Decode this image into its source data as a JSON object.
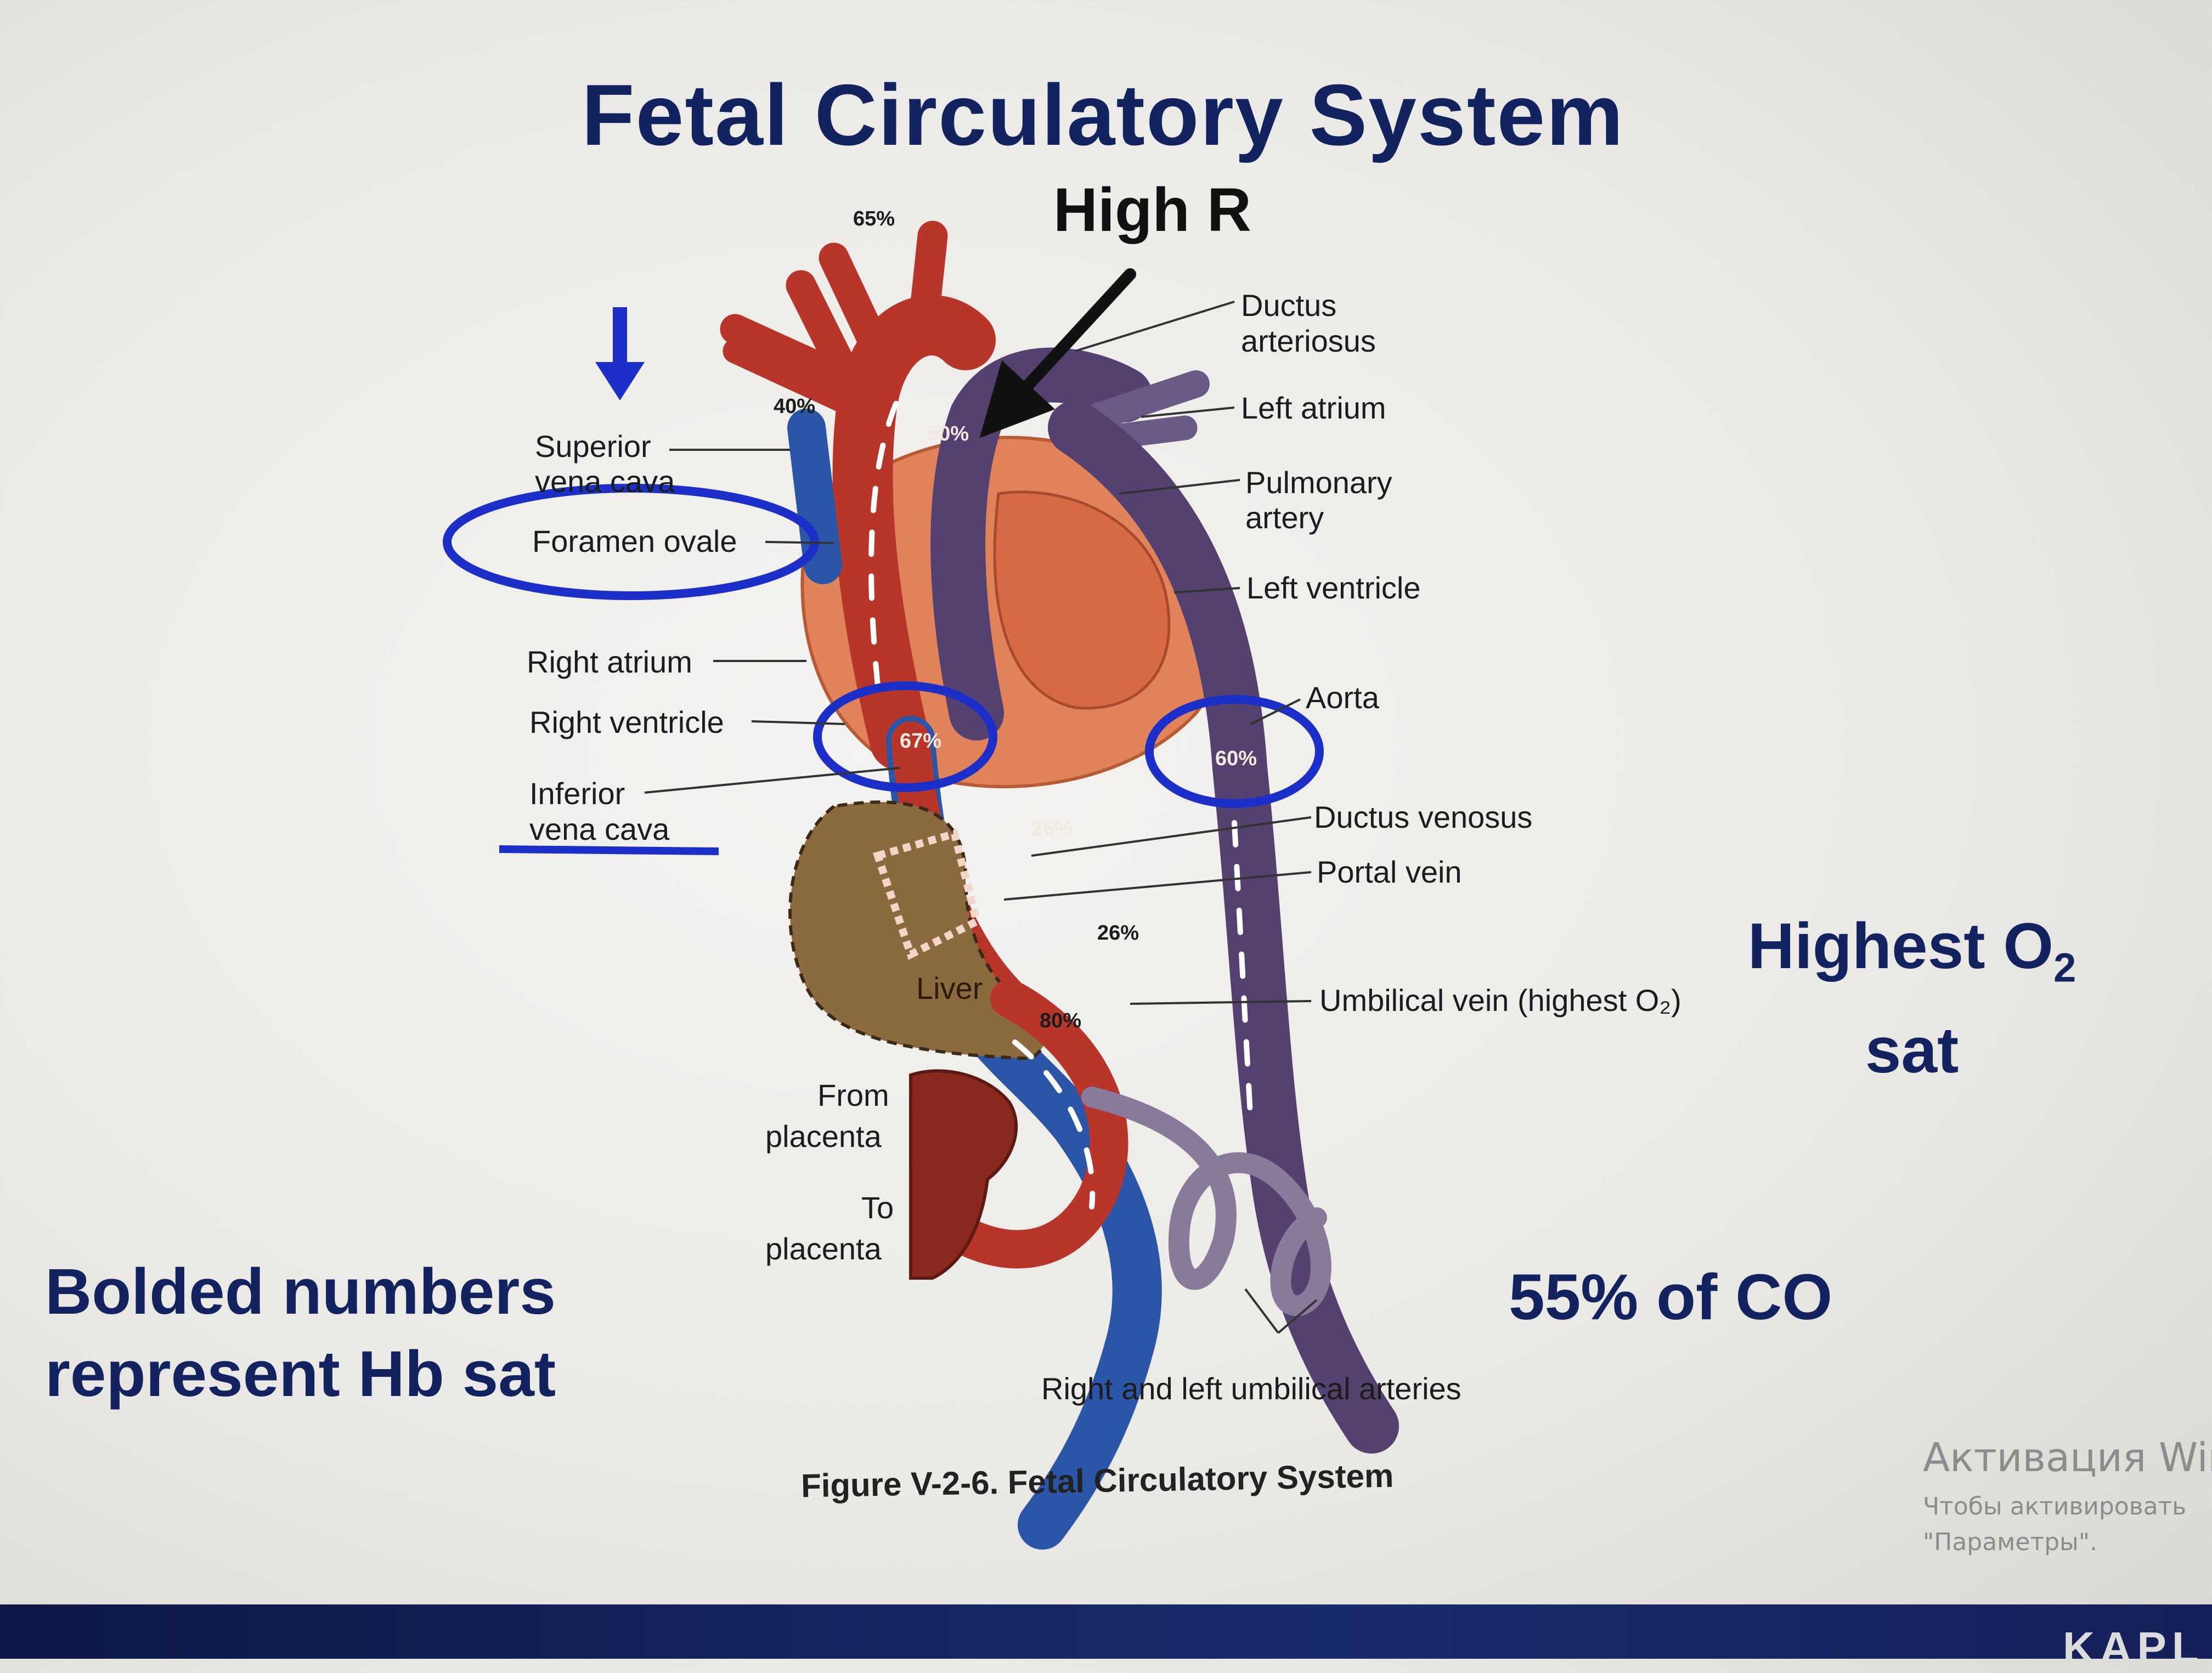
{
  "title": "Fetal Circulatory System",
  "annotation_top": "High R",
  "labels": {
    "superior_vena_cava_1": "Superior",
    "superior_vena_cava_2": "vena cava",
    "foramen_ovale": "Foramen ovale",
    "right_atrium": "Right atrium",
    "right_ventricle": "Right ventricle",
    "inferior_vena_cava_1": "Inferior",
    "inferior_vena_cava_2": "vena cava",
    "ductus_arteriosus_1": "Ductus",
    "ductus_arteriosus_2": "arteriosus",
    "left_atrium": "Left atrium",
    "pulmonary_artery_1": "Pulmonary",
    "pulmonary_artery_2": "artery",
    "left_ventricle": "Left ventricle",
    "aorta": "Aorta",
    "ductus_venosus": "Ductus venosus",
    "portal_vein": "Portal vein",
    "umbilical_vein": "Umbilical vein (highest O₂)",
    "liver": "Liver",
    "from_placenta_1": "From",
    "from_placenta_2": "placenta",
    "to_placenta_1": "To",
    "to_placenta_2": "placenta",
    "umbilical_arteries": "Right and left umbilical arteries"
  },
  "saturations": {
    "head": "65%",
    "svc": "40%",
    "pulmonary": "50%",
    "ivc": "67%",
    "aorta": "60%",
    "portal_1": "26%",
    "portal_2": "26%",
    "umbilical": "80%"
  },
  "notes": {
    "highest_o2_line1_main": "Highest O",
    "highest_o2_line1_sub": "2",
    "highest_o2_line2": "sat",
    "cardiac_output": "55% of CO",
    "bolded_numbers_line1": "Bolded numbers",
    "bolded_numbers_line2": "represent Hb sat"
  },
  "caption": "Figure V-2-6. Fetal Circulatory System",
  "watermark": {
    "line1": "Активация Wind",
    "line2": "Чтобы активировать",
    "line3": "\"Параметры\"."
  },
  "bottom_brand": "KAPL",
  "colors": {
    "title": "#13235f",
    "annotation_blue": "#1c2fc8",
    "oxygenated_red": "#b8352a",
    "deoxygenated_purple": "#55416f",
    "deoxygenated_blue": "#2b56a8",
    "heart_orange": "#e0835a",
    "liver_brown": "#8c6a40",
    "placenta_red": "#8a2a1e"
  }
}
